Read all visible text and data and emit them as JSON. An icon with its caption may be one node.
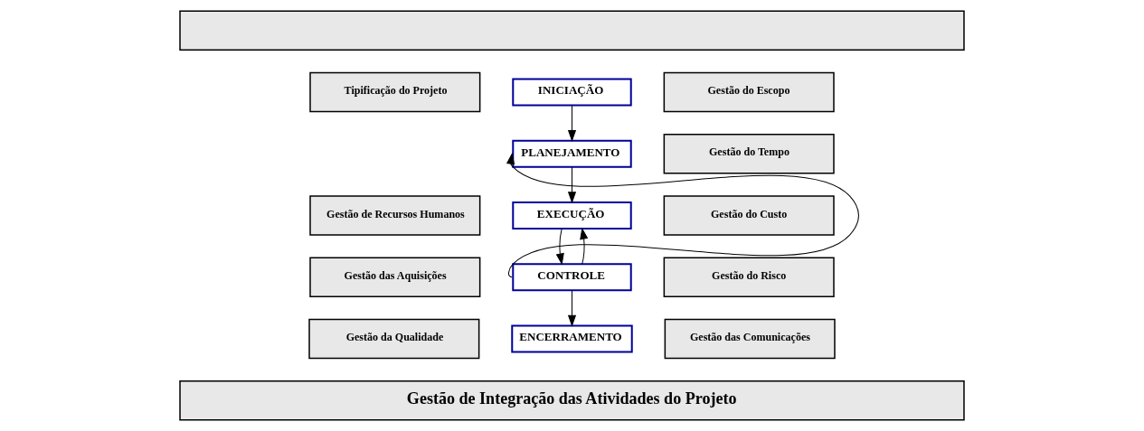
{
  "diagram": {
    "nodes": [
      {
        "text": [],
        "shape": "box"
      },
      {
        "text": [
          "Tipificação do Projeto"
        ]
      },
      {
        "text": [
          "Gestão de Recursos Humanos"
        ]
      },
      {
        "text": [
          "Gestão das Aquisições"
        ]
      },
      {
        "text": [
          "Gestão da Qualidade"
        ]
      },
      {
        "text": [
          "INICIAÇÃO"
        ]
      },
      {
        "text": [
          "PLANEJAMENTO"
        ]
      },
      {
        "text": [
          "EXECUÇÃO"
        ]
      },
      {
        "text": [
          "CONTROLE"
        ]
      },
      {
        "text": [
          "ENCERRAMENTO"
        ]
      },
      {
        "text": [
          "Gestão do Escopo"
        ]
      },
      {
        "text": [
          "Gestão do Tempo"
        ]
      },
      {
        "text": [
          "Gestão do Custo"
        ]
      },
      {
        "text": [
          "Gestão do Risco"
        ]
      },
      {
        "text": [
          "Gestão das Comunicações"
        ]
      },
      {
        "text": [
          "Gestão de Integração das Atividades do Projeto"
        ]
      }
    ],
    "edges": [
      {
        "from": 5,
        "to": 6,
        "arrow": "to"
      },
      {
        "from": 6,
        "to": 7,
        "arrow": "to"
      },
      {
        "from": 7,
        "to": 8,
        "arrow": "to"
      },
      {
        "from": 8,
        "to": 7,
        "arrow": "to"
      },
      {
        "from": 8,
        "to": 6,
        "arrow": "to"
      },
      {
        "from": 8,
        "to": 9,
        "arrow": "to"
      }
    ]
  }
}
